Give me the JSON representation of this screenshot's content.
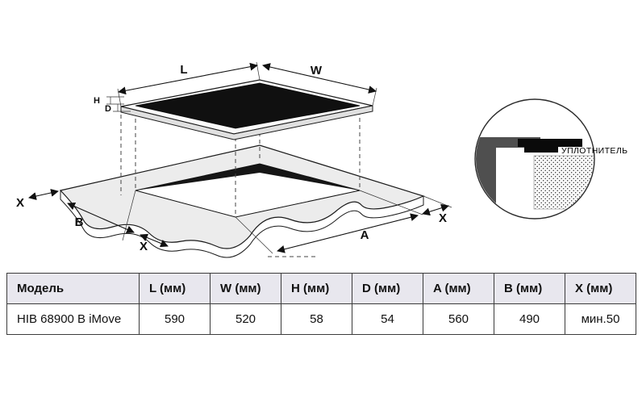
{
  "diagram": {
    "labels": {
      "L": "L",
      "W": "W",
      "H": "H",
      "D": "D",
      "A": "A",
      "B": "B",
      "X": "X"
    },
    "detail": {
      "seal_label": "УПЛОТНИТЕЛЬ"
    },
    "colors": {
      "glass": "#101010",
      "countertop": "#ececec",
      "section_gray": "#4f4f4f",
      "table_header_bg": "#e8e7ee"
    }
  },
  "table": {
    "headers": [
      "Модель",
      "L (мм)",
      "W (мм)",
      "H (мм)",
      "D (мм)",
      "A (мм)",
      "B (мм)",
      "X (мм)"
    ],
    "rows": [
      [
        "HIB 68900 B iMove",
        "590",
        "520",
        "58",
        "54",
        "560",
        "490",
        "мин.50"
      ]
    ]
  }
}
